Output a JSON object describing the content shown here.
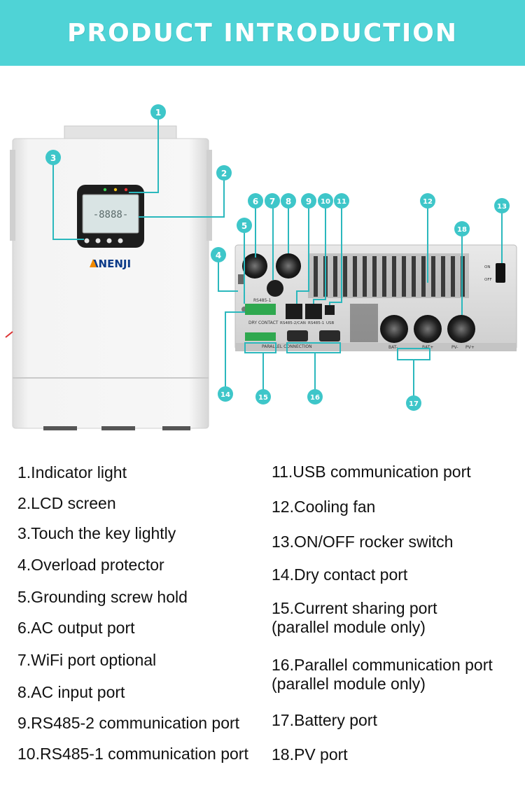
{
  "header": {
    "title": "PRODUCT INTRODUCTION"
  },
  "brand": {
    "logo_text": "ANENJI"
  },
  "callouts": [
    "1",
    "2",
    "3",
    "4",
    "5",
    "6",
    "7",
    "8",
    "9",
    "10",
    "11",
    "12",
    "13",
    "14",
    "15",
    "16",
    "17",
    "18"
  ],
  "panel_labels": {
    "rs485_1": "RS485-1",
    "dry_contact": "DRY CONTACT",
    "rs485_2_can": "RS485-2/CAN",
    "rs485_1_b": "RS485-1",
    "usb": "USB",
    "parallel": "PARALLEL CONNECTION",
    "on": "ON",
    "off": "OFF",
    "bat_minus": "BAT-",
    "bat_plus": "BAT+",
    "pv_minus": "PV-",
    "pv_plus": "PV+"
  },
  "features": {
    "left": [
      "1.Indicator light",
      "2.LCD screen",
      "3.Touch the key lightly",
      "4.Overload protector",
      "5.Grounding screw hold",
      "6.AC output port",
      "7.WiFi port optional",
      "8.AC input port",
      "9.RS485-2 communication port",
      "10.RS485-1 communication port"
    ],
    "right": [
      {
        "line1": "11.USB communication port",
        "line2": ""
      },
      {
        "line1": "12.Cooling fan",
        "line2": ""
      },
      {
        "line1": "13.ON/OFF rocker switch",
        "line2": ""
      },
      {
        "line1": "14.Dry contact port",
        "line2": ""
      },
      {
        "line1": "15.Current sharing port",
        "line2": "(parallel module only)"
      },
      {
        "line1": "16.Parallel communication port",
        "line2": "(parallel module only)"
      },
      {
        "line1": "17.Battery port",
        "line2": ""
      },
      {
        "line1": "18.PV port",
        "line2": ""
      }
    ]
  },
  "colors": {
    "accent": "#4fd3d6",
    "callout": "#3ec6c9",
    "leader": "#2bb8bd"
  }
}
